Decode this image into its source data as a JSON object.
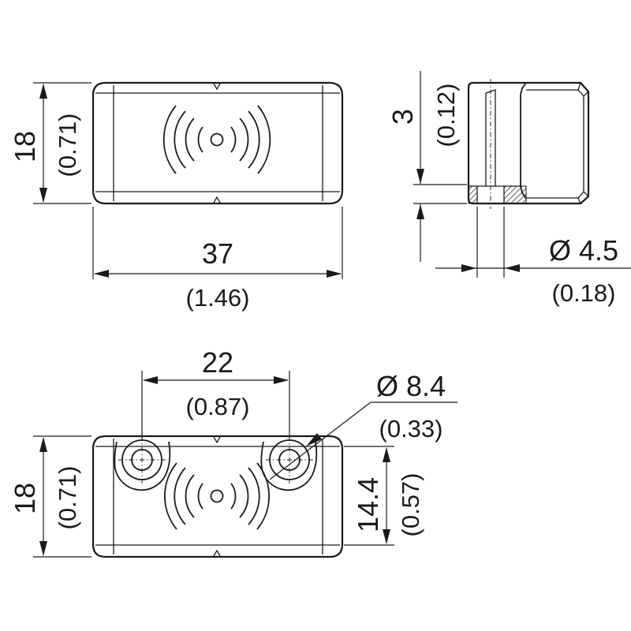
{
  "views": {
    "top": {
      "height_mm": "18",
      "height_in": "(0.71)",
      "width_mm": "37",
      "width_in": "(1.46)"
    },
    "side": {
      "offset_mm": "3",
      "offset_in": "(0.12)",
      "hole_mm": "Ø 4.5",
      "hole_in": "(0.18)"
    },
    "bottom": {
      "height_mm": "18",
      "height_in": "(0.71)",
      "pitch_mm": "22",
      "pitch_in": "(0.87)",
      "counterbore_mm": "Ø 8.4",
      "counterbore_in": "(0.33)",
      "inner_mm": "14.4",
      "inner_in": "(0.57)"
    }
  },
  "icons": [
    "rfid-wave-icon",
    "rfid-wave-icon"
  ]
}
